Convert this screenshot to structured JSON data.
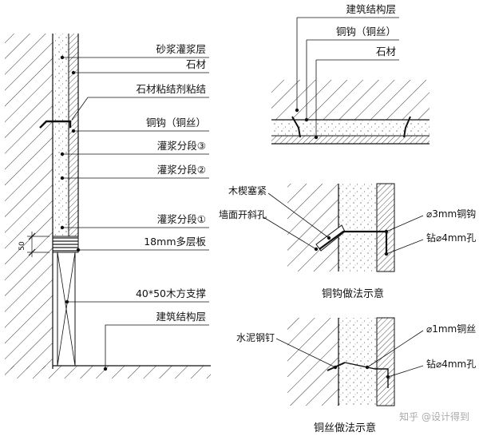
{
  "left_section": {
    "labels": [
      "砂浆灌浆层",
      "石材",
      "石材粘结剂粘结",
      "铜钩（铜丝）",
      "灌浆分段③",
      "灌浆分段②",
      "灌浆分段①",
      "18mm多层板",
      "40*50木方支撑",
      "建筑结构层"
    ],
    "dimension_label": "50"
  },
  "top_right_section": {
    "labels": [
      "建筑结构层",
      "铜钩（铜丝）",
      "石材"
    ]
  },
  "hook_detail": {
    "labels": {
      "wedge": "木楔塞紧",
      "wall_hole": "墙面开斜孔",
      "copper_hook": "⌀3mm铜钩",
      "drill": "钻⌀4mm孔"
    },
    "caption": "铜钩做法示意"
  },
  "wire_detail": {
    "labels": {
      "nail": "水泥钢钉",
      "wire": "⌀1mm铜丝",
      "drill": "钻⌀4mm孔"
    },
    "caption": "铜丝做法示意"
  },
  "watermark": "知乎 @设计得到"
}
